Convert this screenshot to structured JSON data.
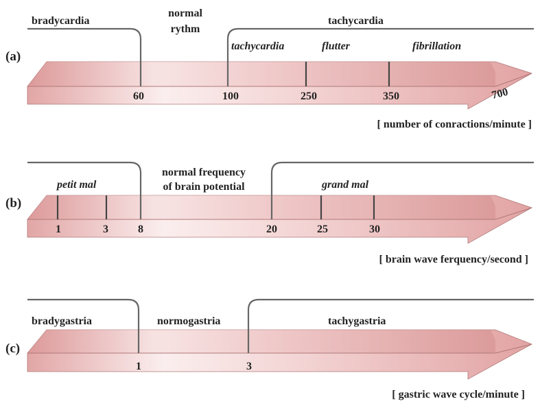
{
  "colors": {
    "arrow_dark": "#e2a6a6",
    "arrow_light": "#fbeeee",
    "arrow_edge": "#b07878",
    "bracket": "#666666",
    "tick": "#444444"
  },
  "panels": [
    {
      "id": "(a)",
      "tick_labels": [
        "60",
        "100",
        "250",
        "350"
      ],
      "end_label": "700",
      "regions": {
        "left": "bradycardia",
        "middle": [
          "normal",
          "rythm"
        ],
        "right": "tachycardia"
      },
      "sub_labels": [
        "tachycardia",
        "flutter",
        "fibrillation"
      ],
      "unit": "[ number of conractions/minute ]"
    },
    {
      "id": "(b)",
      "tick_labels": [
        "1",
        "3",
        "8",
        "20",
        "25",
        "30"
      ],
      "regions": {
        "middle": [
          "normal frequency",
          "of brain potential"
        ]
      },
      "sub_labels": [
        "petit mal",
        "grand mal"
      ],
      "unit": "[ brain wave ferquency/second ]"
    },
    {
      "id": "(c)",
      "tick_labels": [
        "1",
        "3"
      ],
      "regions": {
        "left": "bradygastria",
        "middle": "normogastria",
        "right": "tachygastria"
      },
      "unit": "[ gastric wave cycle/minute ]"
    }
  ]
}
